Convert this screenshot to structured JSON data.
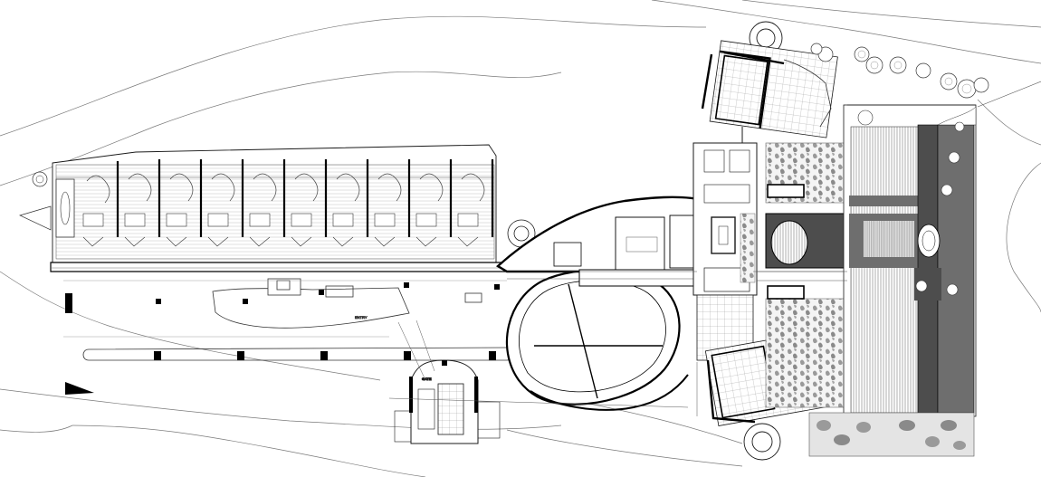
{
  "drawing": {
    "kind": "architectural site plan",
    "colors": {
      "background": "#ffffff",
      "line": "#1a1a1a",
      "thin_line": "#6b6b6b",
      "wall": "#000000",
      "court_dark": "#4d4d4d",
      "court_mid": "#6e6e6e",
      "hatch": "#9a9a9a",
      "vegetation": "#8c8c8c"
    },
    "labels": {
      "parking_note": "ENTRY",
      "gate_note": "GATE"
    }
  }
}
